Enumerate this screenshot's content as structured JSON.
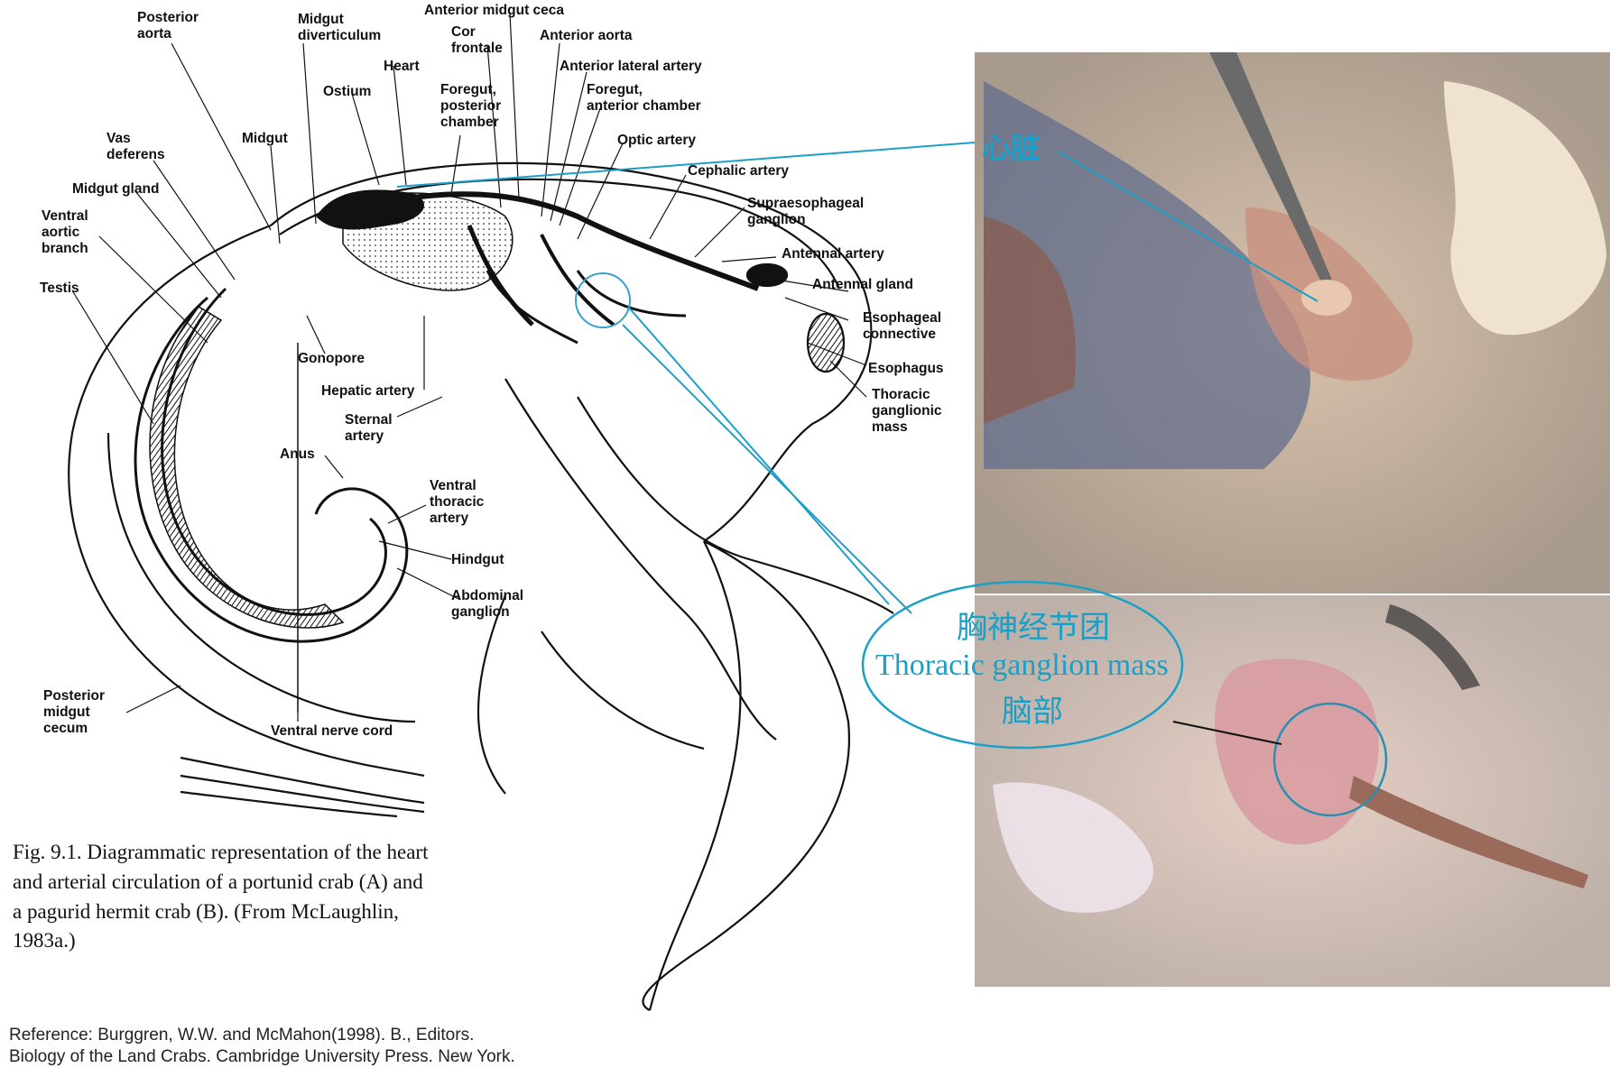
{
  "labels": {
    "posterior_aorta": [
      "Posterior",
      "aorta"
    ],
    "midgut_diverticulum": [
      "Midgut",
      "diverticulum"
    ],
    "anterior_midgut_ceca": "Anterior midgut ceca",
    "cor_frontale": [
      "Cor",
      "frontale"
    ],
    "anterior_aorta": "Anterior aorta",
    "heart": "Heart",
    "ostium": "Ostium",
    "foregut_posterior": [
      "Foregut,",
      "posterior",
      "chamber"
    ],
    "anterior_lateral_artery": "Anterior lateral artery",
    "foregut_anterior": [
      "Foregut,",
      "anterior chamber"
    ],
    "vas_deferens": [
      "Vas",
      "deferens"
    ],
    "midgut": "Midgut",
    "optic_artery": "Optic artery",
    "midgut_gland": "Midgut gland",
    "cephalic_artery": "Cephalic artery",
    "supraesophageal": [
      "Supraesophageal",
      "ganglion"
    ],
    "ventral_aortic_branch": [
      "Ventral",
      "aortic",
      "branch"
    ],
    "antennal_artery": "Antennal artery",
    "testis": "Testis",
    "antennal_gland": "Antennal gland",
    "esophageal_connective": [
      "Esophageal",
      "connective"
    ],
    "gonopore": "Gonopore",
    "esophagus": "Esophagus",
    "hepatic_artery": "Hepatic artery",
    "thoracic_ganglionic_mass": [
      "Thoracic",
      "ganglionic",
      "mass"
    ],
    "sternal_artery": [
      "Sternal",
      "artery"
    ],
    "anus": "Anus",
    "ventral_thoracic_artery": [
      "Ventral",
      "thoracic",
      "artery"
    ],
    "hindgut": "Hindgut",
    "abdominal_ganglion": [
      "Abdominal",
      "ganglion"
    ],
    "posterior_midgut_cecum": [
      "Posterior",
      "midgut",
      "cecum"
    ],
    "ventral_nerve_cord": "Ventral nerve cord"
  },
  "caption": [
    "Fig. 9.1. Diagrammatic representation of the heart",
    "and arterial circulation of a portunid crab (A) and",
    "a  pagurid  hermit  crab  (B).  (From  McLaughlin,",
    "1983a.)"
  ],
  "reference": [
    "Reference:  Burggren, W.W. and McMahon(1998). B., Editors.",
    "Biology of the Land Crabs. Cambridge University Press. New York."
  ],
  "annotations": {
    "heart_cn": "心脏",
    "thoracic_cn": "胸神经节团",
    "thoracic_en": "Thoracic ganglion mass",
    "brain_cn": "脑部"
  },
  "colors": {
    "annotation": "#1aa0c8",
    "ink": "#111111"
  }
}
